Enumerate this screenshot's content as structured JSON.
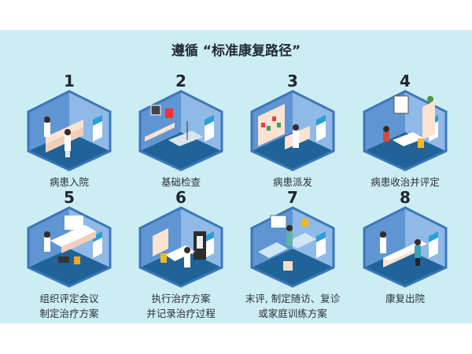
{
  "title": "遵循 “标准康复路径”",
  "colors": {
    "background": "#cdedf4",
    "left_wall": "#5f95d3",
    "right_wall": "#8fb9e6",
    "floor": "#1f6399",
    "edge": "#3a78b8"
  },
  "steps": [
    {
      "number": "1",
      "label_lines": [
        "病患入院"
      ],
      "scene": "reception"
    },
    {
      "number": "2",
      "label_lines": [
        "基础检查"
      ],
      "scene": "exam-room"
    },
    {
      "number": "3",
      "label_lines": [
        "病患派发"
      ],
      "scene": "pharmacy"
    },
    {
      "number": "4",
      "label_lines": [
        "病患收治并评定"
      ],
      "scene": "assessment"
    },
    {
      "number": "5",
      "label_lines": [
        "组织评定会议",
        "制定治疗方案"
      ],
      "scene": "meeting"
    },
    {
      "number": "6",
      "label_lines": [
        "执行治疗方案",
        "并记录治疗过程"
      ],
      "scene": "treatment"
    },
    {
      "number": "7",
      "label_lines": [
        "末评, 制定随访、复诊",
        "或家庭训练方案"
      ],
      "scene": "ward"
    },
    {
      "number": "8",
      "label_lines": [
        "康复出院"
      ],
      "scene": "discharge"
    }
  ]
}
